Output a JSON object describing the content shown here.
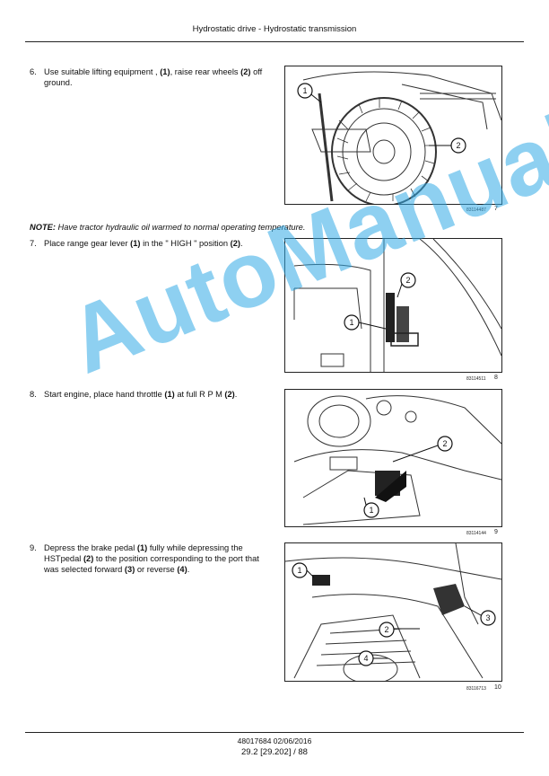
{
  "header": {
    "title": "Hydrostatic drive - Hydrostatic transmission"
  },
  "steps": [
    {
      "num": "6.",
      "parts": [
        "Use suitable lifting equipment , ",
        "(1)",
        ", raise rear wheels ",
        "(2)",
        " off ground."
      ]
    },
    {
      "num": "7.",
      "parts": [
        "Place range gear lever ",
        "(1)",
        " in the \" HIGH \" position ",
        "(2)",
        "."
      ]
    },
    {
      "num": "8.",
      "parts": [
        "Start engine, place hand throttle ",
        "(1)",
        " at full R P M ",
        "(2)",
        "."
      ]
    },
    {
      "num": "9.",
      "parts": [
        "Depress the brake pedal ",
        "(1)",
        " fully while depressing the HSTpedal ",
        "(2)",
        " to the position corresponding to the port that was selected forward ",
        "(3)",
        " or reverse ",
        "(4)",
        "."
      ]
    }
  ],
  "note": {
    "label": "NOTE:",
    "text": " Have tractor hydraulic oil warmed to normal operating temperature."
  },
  "figures": [
    {
      "ref": "83114487",
      "num": "7",
      "callouts": [
        "1",
        "2"
      ]
    },
    {
      "ref": "83114511",
      "num": "8",
      "callouts": [
        "1",
        "2"
      ]
    },
    {
      "ref": "83114144",
      "num": "9",
      "callouts": [
        "1",
        "2"
      ]
    },
    {
      "ref": "83116713",
      "num": "10",
      "callouts": [
        "1",
        "2",
        "3",
        "4"
      ]
    }
  ],
  "watermark": "AutoManual",
  "footer": {
    "doc": "48017684 02/06/2016",
    "page": "29.2 [29.202] / 88"
  }
}
